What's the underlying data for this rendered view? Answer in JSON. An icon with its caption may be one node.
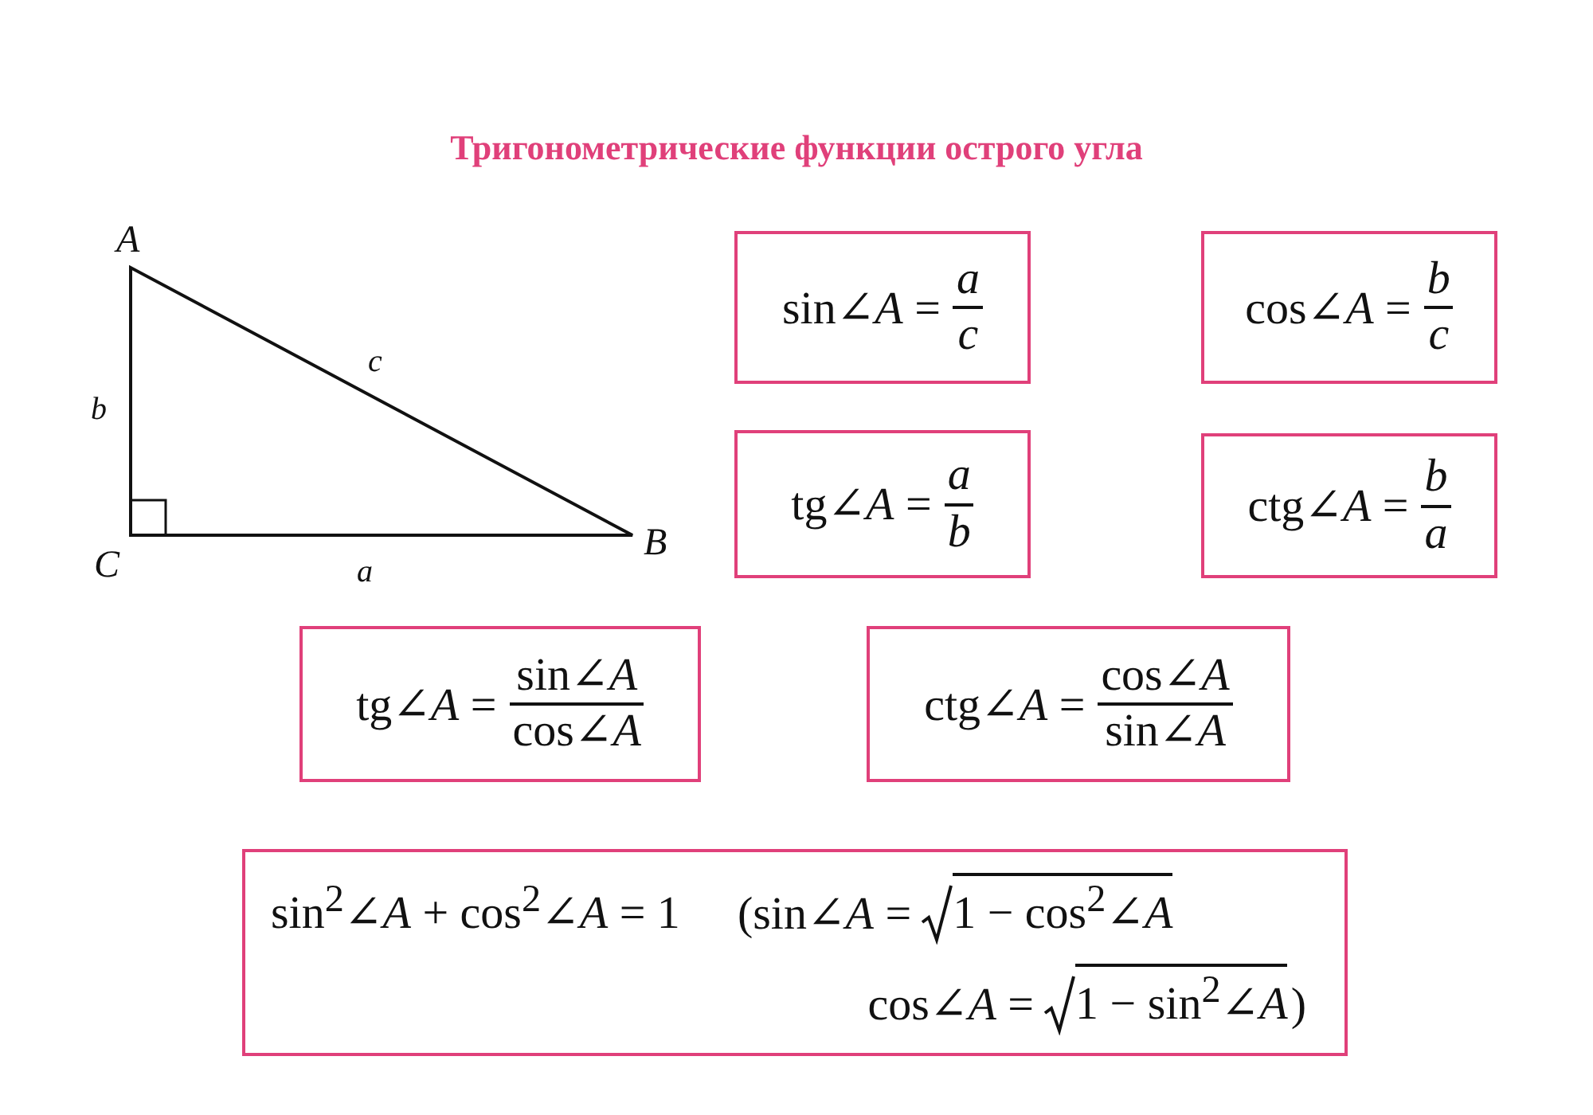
{
  "diagram": {
    "title": "Тригонометрические функции острого угла",
    "nodes": [
      {
        "text": [
          "sin∠*A* =",
          "a",
          "c"
        ]
      },
      {
        "text": [
          "cos∠*A* =",
          "b",
          "c"
        ]
      },
      {
        "text": [
          "tg∠*A* =",
          "a",
          "b"
        ]
      },
      {
        "text": [
          "ctg∠*A* =",
          "b",
          "a"
        ]
      },
      {
        "text": [
          "tg∠*A* =",
          "sin∠*A*",
          "cos∠*A*"
        ]
      },
      {
        "text": [
          "ctg∠*A* =",
          "cos∠*A*",
          "sin∠*A*"
        ]
      },
      {
        "text": [
          "sin$^{2}$∠*A* + cos$^{2}$∠*A* = 1",
          "(sin∠*A* =",
          "1 − cos$^{2}$∠*A*",
          "cos∠*A* =",
          "1 − sin$^{2}$∠*A*",
          ")"
        ]
      }
    ],
    "labels": [
      "A",
      "b",
      "c",
      "C",
      "a",
      "B"
    ]
  }
}
